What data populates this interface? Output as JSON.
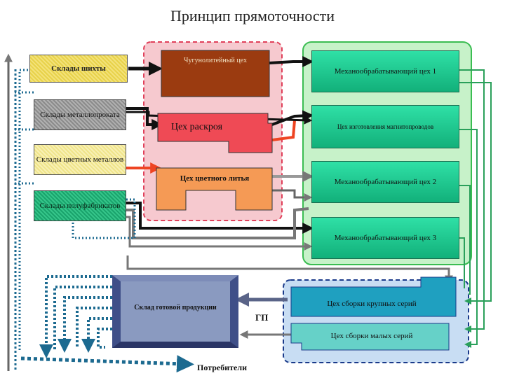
{
  "title": "Принцип прямоточности",
  "warehouses": {
    "charge": "Склады шихты",
    "rolled_metal": "Склады металлопроката",
    "nonferrous": "Склады цветных металлов",
    "semi_finished": "Склады полуфабрикатов"
  },
  "shops": {
    "iron_foundry": "Чугунолитейный цех",
    "cutting": "Цех раскроя",
    "nonferrous_casting": "Цех цветного литья"
  },
  "machining": {
    "mech1": "Механообрабатывающий цех 1",
    "magnet": "Цех изготовления магнитопроводов",
    "mech2": "Механообрабатывающий цех 2",
    "mech3": "Механообрабатывающий цех 3"
  },
  "assembly": {
    "large": "Цех сборки крупных серий",
    "small": "Цех сборки малых серий"
  },
  "finished_goods": "Склад готовой продукции",
  "gp_label": "ГП",
  "consumers": "Потребители",
  "colors": {
    "foundry_zone": "#f6c9cf",
    "machining_zone": "#c7f2c9",
    "assembly_zone": "#c8ddf3",
    "iron_foundry": "#9b3b10",
    "cutting": "#ef4a55",
    "nonferrous_casting": "#f59a55",
    "large_assembly": "#1fa0c0",
    "small_assembly": "#66d1c8",
    "finished_goods": "#3f4f88",
    "dotted_flow": "#1c6a90",
    "green_flow": "#2aa05a"
  }
}
